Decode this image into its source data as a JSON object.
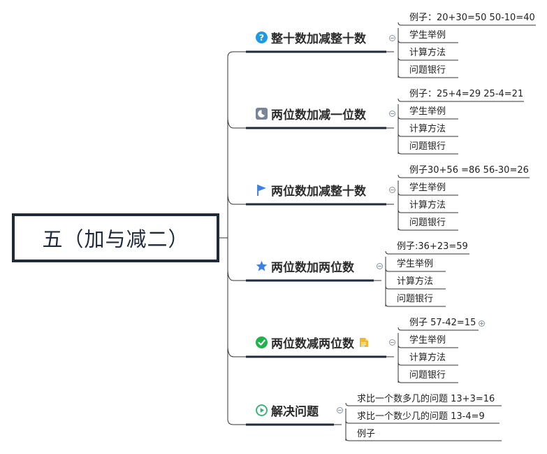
{
  "root": {
    "label": "五（加与减二）"
  },
  "topics": [
    {
      "label": "整十数加减整十数",
      "icon": "question-icon",
      "leaves": [
        "例子：20+30=50  50-10=40",
        "学生举例",
        "计算方法",
        "问题银行"
      ]
    },
    {
      "label": "两位数加减一位数",
      "icon": "pie-chart-icon",
      "leaves": [
        "例子：25+4=29  25-4=21",
        "学生举例",
        "计算方法",
        "问题银行"
      ]
    },
    {
      "label": "两位数加减整十数",
      "icon": "flag-icon",
      "leaves": [
        "例子30+56 =86  56-30=26",
        "学生举例",
        "计算方法",
        "问题银行"
      ]
    },
    {
      "label": "两位数加两位数",
      "icon": "star-icon",
      "leaves": [
        "例子:36+23=59",
        "学生举例",
        "计算方法",
        "问题银行"
      ]
    },
    {
      "label": "两位数减两位数",
      "icon": "check-circle-icon",
      "note_icon": "note-icon",
      "leaves": [
        "例子  57-42=15",
        "学生举例",
        "计算方法",
        "问题银行"
      ]
    },
    {
      "label": "解决问题",
      "icon": "play-circle-icon",
      "leaves": [
        "求比一个数多几的问题  13+3=16",
        "求比一个数少几的问题   13-4=9",
        "例子"
      ]
    }
  ],
  "colors": {
    "line": "#1f2a3a",
    "thin_line": "#333333",
    "question": "#1e9be0",
    "star": "#3d7fe8",
    "check": "#1fb34a",
    "play": "#2bb673",
    "note": "#f1b72f"
  }
}
